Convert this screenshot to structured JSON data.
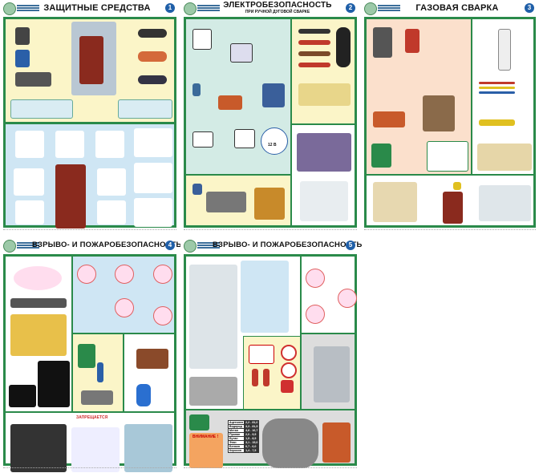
{
  "posters": [
    {
      "number": "1",
      "title": "ЗАЩИТНЫЕ СРЕДСТВА"
    },
    {
      "number": "2",
      "title": "ЭЛЕКТРОБЕЗОПАСНОСТЬ",
      "subtitle": "ПРИ РУЧНОЙ ДУГОВОЙ СВАРКЕ",
      "voltage_label": "12 В"
    },
    {
      "number": "3",
      "title": "ГАЗОВАЯ СВАРКА"
    },
    {
      "number": "4",
      "title": "ВЗРЫВО- И ПОЖАРОБЕЗОПАСНОСТЬ",
      "prohibited_label": "ЗАПРЕЩАЕТСЯ"
    },
    {
      "number": "5",
      "title": "ВЗРЫВО- И ПОЖАРОБЕЗОПАСНОСТЬ",
      "warning_label": "ВНИМАНИЕ !",
      "gas_table": [
        {
          "gas": "Ацетилен",
          "range": "2,2 - 81,0"
        },
        {
          "gas": "Водород",
          "range": "3,3 - 81,5"
        },
        {
          "gas": "Метан",
          "range": "4,8 - 16,7"
        },
        {
          "gas": "Пропан",
          "range": "2,0 - 9,5"
        },
        {
          "gas": "Бутан",
          "range": "1,5 - 8,5"
        },
        {
          "gas": "Этан",
          "range": "3,1 - 15,0"
        },
        {
          "gas": "Бензин",
          "range": "0,7 - 6,0"
        },
        {
          "gas": "Керосин",
          "range": "1,4 - 7,5"
        }
      ]
    }
  ],
  "colors": {
    "frame": "#2a8a4a",
    "badge": "#1f5fa8",
    "yellow": "#fbf5c8",
    "blue": "#cfe6f4",
    "teal": "#d3ebe5",
    "peach": "#fbe0cc"
  }
}
